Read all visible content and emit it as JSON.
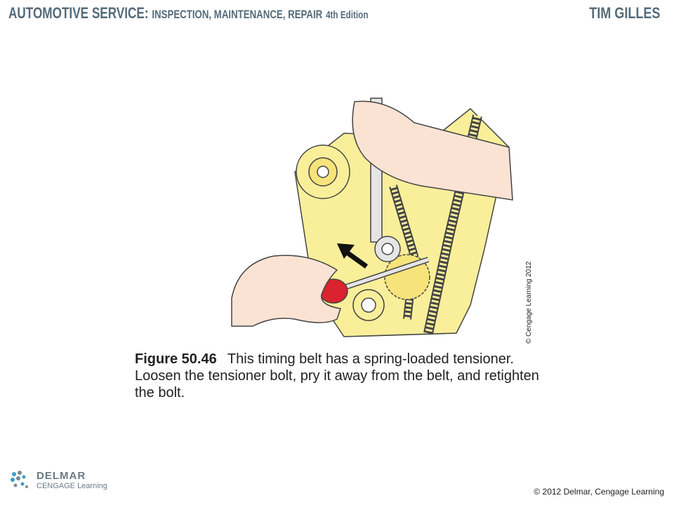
{
  "header": {
    "title_main": "AUTOMOTIVE SERVICE:",
    "title_sub": "INSPECTION, MAINTENANCE, REPAIR",
    "edition": "4th Edition",
    "author": "TIM GILLES"
  },
  "figure": {
    "number": "Figure 50.46",
    "caption": "This timing belt has a spring-loaded tensioner. Loosen the tensioner bolt, pry it away from the belt, and retighten the bolt.",
    "image_credit": "© Cengage Learning 2012"
  },
  "footer": {
    "publisher_name": "DELMAR",
    "publisher_sub": "CENGAGE Learning",
    "copyright": "© 2012 Delmar, Cengage Learning"
  },
  "colors": {
    "title_gray": "#556b7a",
    "engine_yellow": "#f9ef9a",
    "skin": "#fbe3d4",
    "handle_red": "#d9232e"
  }
}
